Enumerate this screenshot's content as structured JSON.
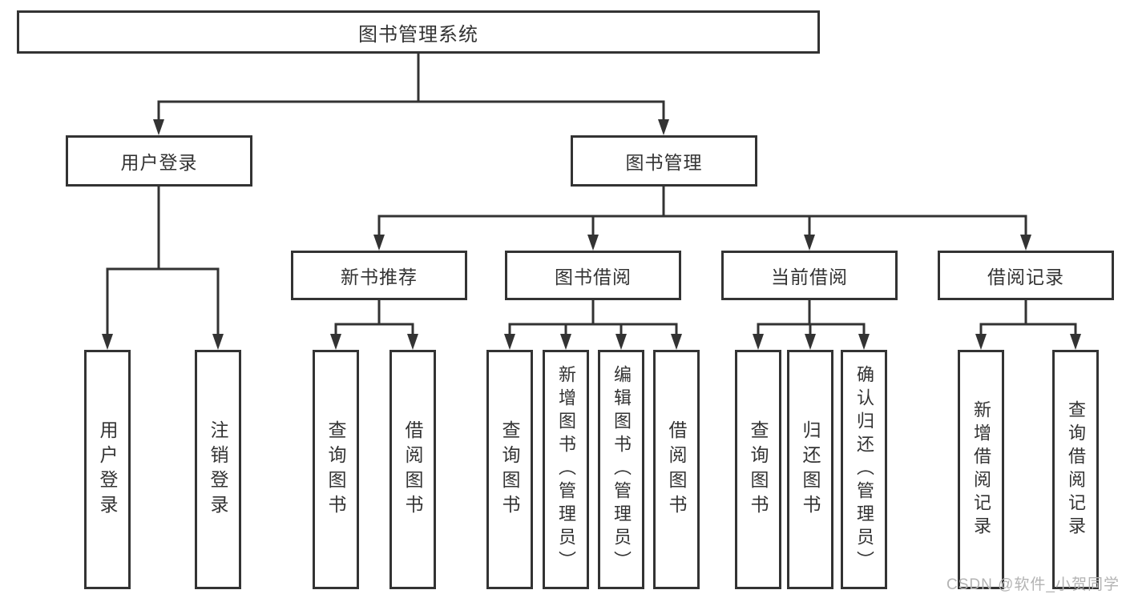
{
  "diagram": {
    "root": {
      "label": "图书管理系统"
    },
    "level2": [
      {
        "label": "用户登录"
      },
      {
        "label": "图书管理"
      }
    ],
    "level3": [
      {
        "label": "新书推荐"
      },
      {
        "label": "图书借阅"
      },
      {
        "label": "当前借阅"
      },
      {
        "label": "借阅记录"
      }
    ],
    "level4": [
      {
        "parent": "用户登录",
        "label": "用户登录"
      },
      {
        "parent": "用户登录",
        "label": "注销登录"
      },
      {
        "parent": "新书推荐",
        "label": "查询图书"
      },
      {
        "parent": "新书推荐",
        "label": "借阅图书"
      },
      {
        "parent": "图书借阅",
        "label": "查询图书"
      },
      {
        "parent": "图书借阅",
        "label": "新增图书（管理员）"
      },
      {
        "parent": "图书借阅",
        "label": "编辑图书（管理员）"
      },
      {
        "parent": "图书借阅",
        "label": "借阅图书"
      },
      {
        "parent": "当前借阅",
        "label": "查询图书"
      },
      {
        "parent": "当前借阅",
        "label": "归还图书"
      },
      {
        "parent": "当前借阅",
        "label": "确认归还（管理员）"
      },
      {
        "parent": "借阅记录",
        "label": "新增借阅记录"
      },
      {
        "parent": "借阅记录",
        "label": "查询借阅记录"
      }
    ]
  },
  "watermark": "CSDN @软件_小贺同学",
  "colors": {
    "line": "#333333",
    "text": "#333333",
    "watermark": "#b3b3b3",
    "background": "#ffffff"
  }
}
